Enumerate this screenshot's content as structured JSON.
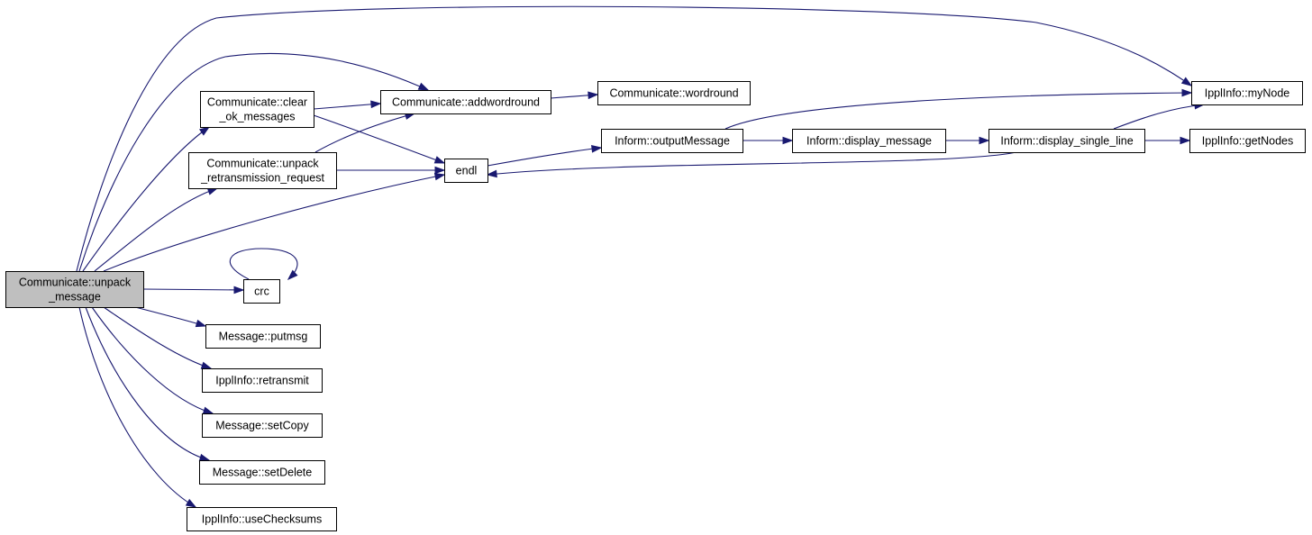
{
  "colors": {
    "edge": "#191970",
    "node_fill": "#ffffff",
    "focus_fill": "#bfbfbf",
    "node_border": "#000000"
  },
  "nodes": [
    {
      "id": "unpack_message",
      "lines": [
        "Communicate::unpack",
        "_message"
      ],
      "focus": true
    },
    {
      "id": "clear_ok_messages",
      "lines": [
        "Communicate::clear",
        "_ok_messages"
      ]
    },
    {
      "id": "unpack_retransmission_request",
      "lines": [
        "Communicate::unpack",
        "_retransmission_request"
      ]
    },
    {
      "id": "addwordround",
      "lines": [
        "Communicate::addwordround"
      ]
    },
    {
      "id": "wordround",
      "lines": [
        "Communicate::wordround"
      ]
    },
    {
      "id": "endl",
      "lines": [
        "endl"
      ]
    },
    {
      "id": "outputMessage",
      "lines": [
        "Inform::outputMessage"
      ]
    },
    {
      "id": "display_message",
      "lines": [
        "Inform::display_message"
      ]
    },
    {
      "id": "display_single_line",
      "lines": [
        "Inform::display_single_line"
      ]
    },
    {
      "id": "myNode",
      "lines": [
        "IpplInfo::myNode"
      ]
    },
    {
      "id": "getNodes",
      "lines": [
        "IpplInfo::getNodes"
      ]
    },
    {
      "id": "crc",
      "lines": [
        "crc"
      ]
    },
    {
      "id": "putmsg",
      "lines": [
        "Message::putmsg"
      ]
    },
    {
      "id": "retransmit",
      "lines": [
        "IpplInfo::retransmit"
      ]
    },
    {
      "id": "setCopy",
      "lines": [
        "Message::setCopy"
      ]
    },
    {
      "id": "setDelete",
      "lines": [
        "Message::setDelete"
      ]
    },
    {
      "id": "useChecksums",
      "lines": [
        "IpplInfo::useChecksums"
      ]
    }
  ],
  "edges": [
    {
      "from": "unpack_message",
      "to": "myNode"
    },
    {
      "from": "unpack_message",
      "to": "addwordround"
    },
    {
      "from": "unpack_message",
      "to": "clear_ok_messages"
    },
    {
      "from": "unpack_message",
      "to": "unpack_retransmission_request"
    },
    {
      "from": "unpack_message",
      "to": "endl"
    },
    {
      "from": "unpack_message",
      "to": "crc"
    },
    {
      "from": "unpack_message",
      "to": "putmsg"
    },
    {
      "from": "unpack_message",
      "to": "retransmit"
    },
    {
      "from": "unpack_message",
      "to": "setCopy"
    },
    {
      "from": "unpack_message",
      "to": "setDelete"
    },
    {
      "from": "unpack_message",
      "to": "useChecksums"
    },
    {
      "from": "clear_ok_messages",
      "to": "addwordround"
    },
    {
      "from": "clear_ok_messages",
      "to": "endl"
    },
    {
      "from": "unpack_retransmission_request",
      "to": "addwordround"
    },
    {
      "from": "unpack_retransmission_request",
      "to": "endl"
    },
    {
      "from": "addwordround",
      "to": "wordround"
    },
    {
      "from": "endl",
      "to": "outputMessage"
    },
    {
      "from": "outputMessage",
      "to": "myNode"
    },
    {
      "from": "outputMessage",
      "to": "display_message"
    },
    {
      "from": "display_message",
      "to": "display_single_line"
    },
    {
      "from": "display_single_line",
      "to": "endl"
    },
    {
      "from": "display_single_line",
      "to": "myNode"
    },
    {
      "from": "display_single_line",
      "to": "getNodes"
    },
    {
      "from": "crc",
      "to": "crc"
    }
  ]
}
